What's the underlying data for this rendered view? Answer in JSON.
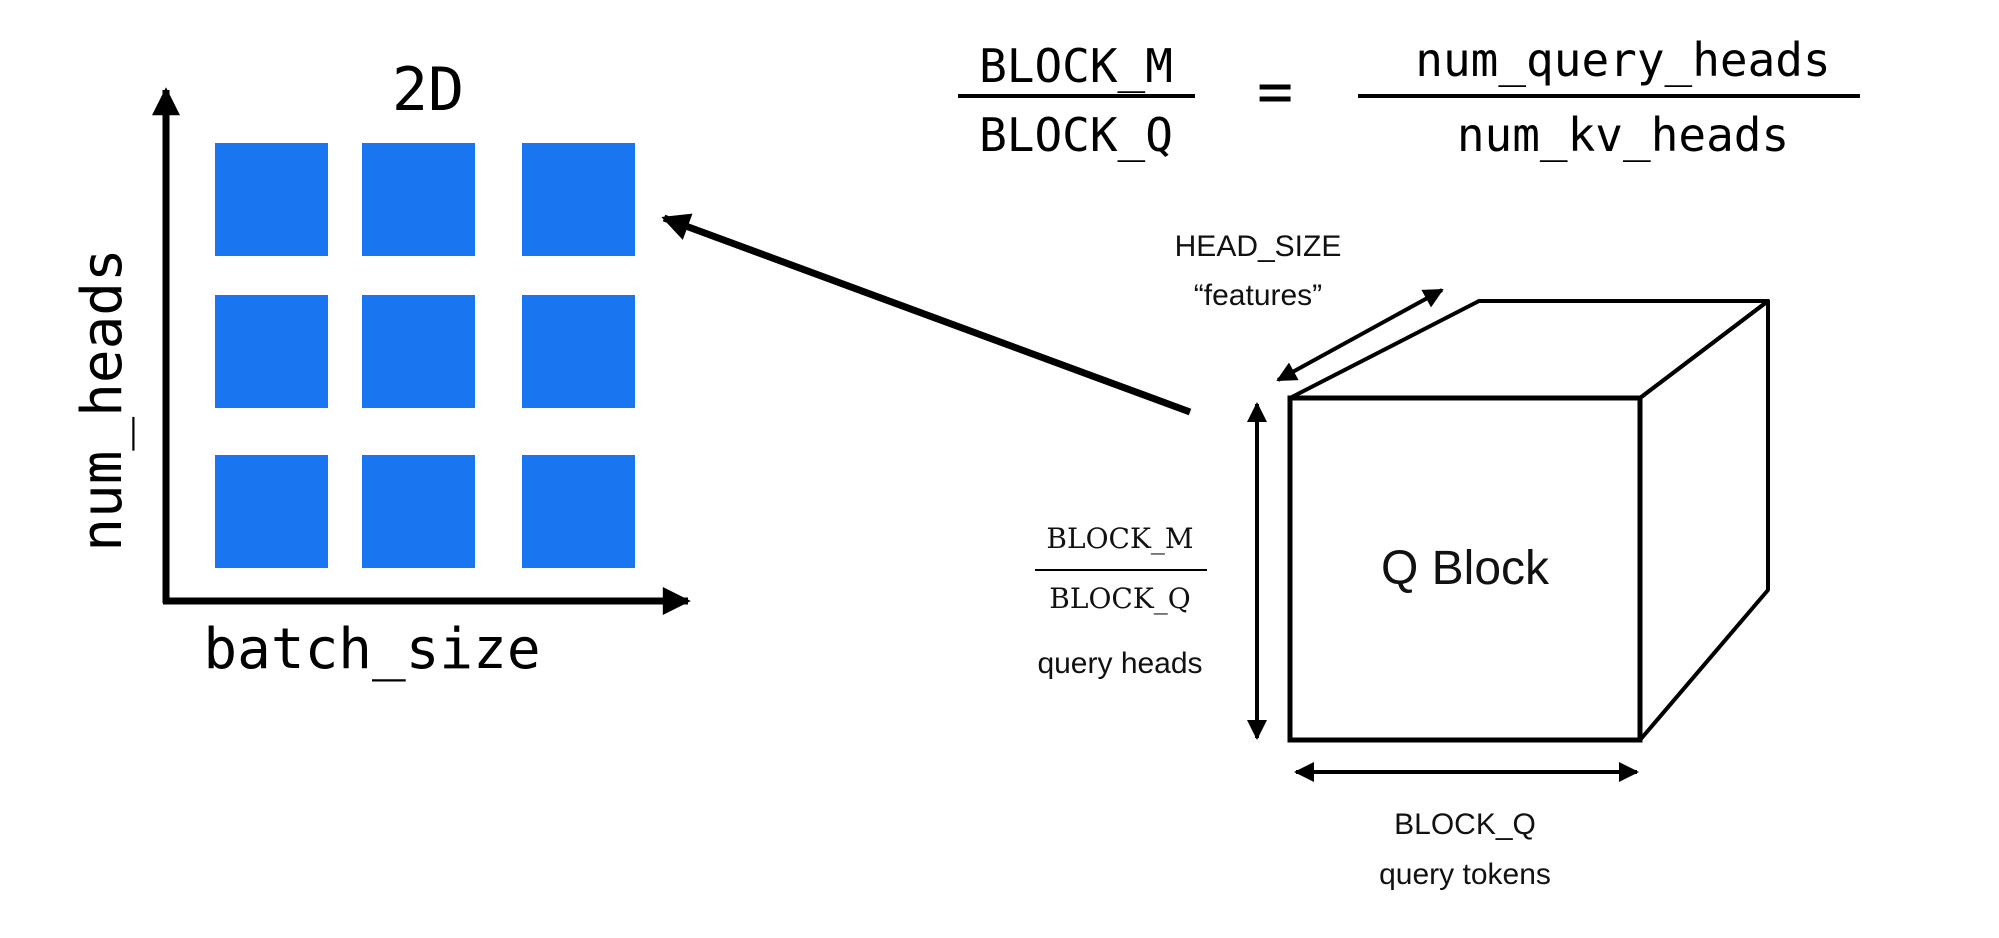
{
  "grid": {
    "title": "2D",
    "x_axis_label": "batch_size",
    "y_axis_label": "num_heads",
    "rows": 3,
    "cols": 3,
    "cell_color": "#1a75f0"
  },
  "equation": {
    "lhs_numerator": "BLOCK_M",
    "lhs_denominator": "BLOCK_Q",
    "equals": "=",
    "rhs_numerator": "num_query_heads",
    "rhs_denominator": "num_kv_heads"
  },
  "cube": {
    "label": "Q Block",
    "depth_label_line1": "HEAD_SIZE",
    "depth_label_line2": "“features”",
    "height_fraction_numerator": "BLOCK_M",
    "height_fraction_denominator": "BLOCK_Q",
    "height_label": "query heads",
    "width_label_line1": "BLOCK_Q",
    "width_label_line2": "query tokens"
  }
}
